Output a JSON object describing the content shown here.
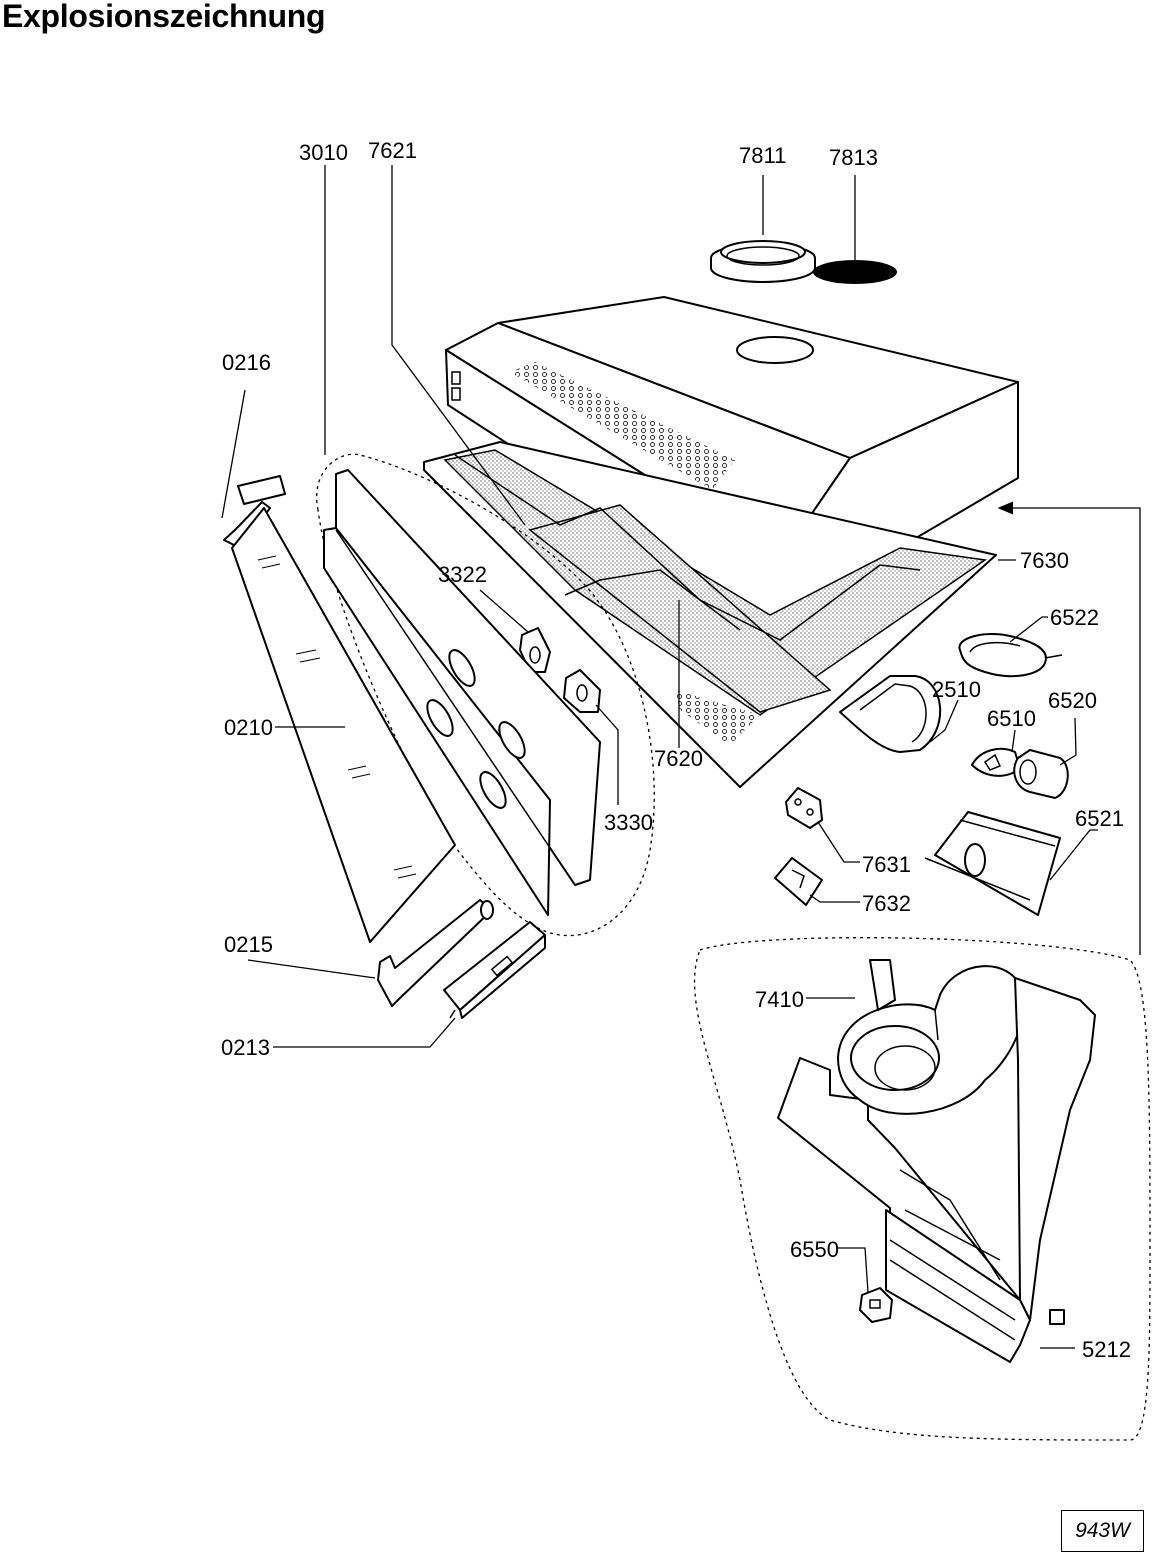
{
  "title": "Explosionszeichnung",
  "doc_code": "943W",
  "labels": {
    "p3010": "3010",
    "p7621": "7621",
    "p7811": "7811",
    "p7813": "7813",
    "p0216": "0216",
    "p3322": "3322",
    "p7630": "7630",
    "p6522": "6522",
    "p2510": "2510",
    "p6510": "6510",
    "p6520": "6520",
    "p0210": "0210",
    "p7620": "7620",
    "p3330": "3330",
    "p6521": "6521",
    "p7631": "7631",
    "p7632": "7632",
    "p0215": "0215",
    "p7410": "7410",
    "p0213": "0213",
    "p6550": "6550",
    "p5212": "5212"
  }
}
